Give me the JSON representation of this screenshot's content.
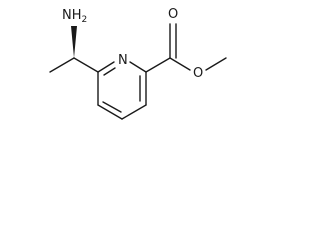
{
  "molecule": {
    "atoms": {
      "amine_n": "NH",
      "amine_h_count": "2",
      "ring_n": "N",
      "carbonyl_o": "O",
      "ester_o": "O"
    },
    "colors": {
      "bond": "#1a1a1a",
      "label": "#1a1a1a",
      "background": "#ffffff"
    }
  }
}
